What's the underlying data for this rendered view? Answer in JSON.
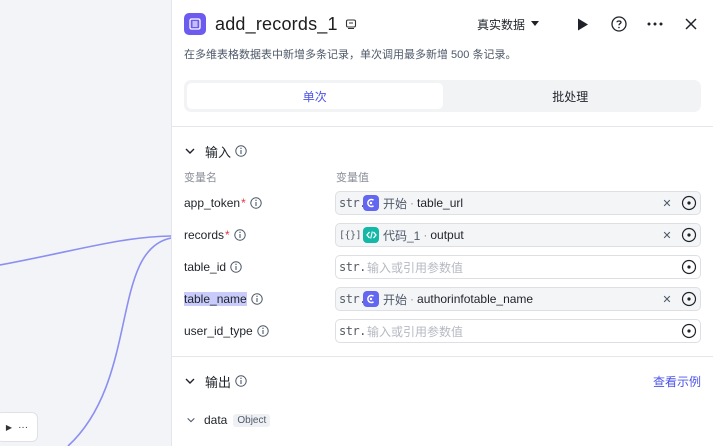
{
  "node": {
    "title": "add_records_1",
    "description": "在多维表格数据表中新增多条记录，单次调用最多新增 500 条记录。",
    "mode_label": "真实数据"
  },
  "tabs": [
    {
      "label": "单次",
      "active": true
    },
    {
      "label": "批处理",
      "active": false
    }
  ],
  "input": {
    "section_label": "输入",
    "col_name": "变量名",
    "col_value": "变量值",
    "rows": [
      {
        "name": "app_token",
        "required": true,
        "type": "str.",
        "src": "开始",
        "var": "table_url",
        "placeholder": ""
      },
      {
        "name": "records",
        "required": true,
        "type": "[{}]",
        "src": "代码_1",
        "var": "output",
        "placeholder": ""
      },
      {
        "name": "table_id",
        "required": false,
        "type": "str.",
        "src": "",
        "var": "",
        "placeholder": "输入或引用参数值"
      },
      {
        "name": "table_name",
        "required": false,
        "type": "str.",
        "src": "开始",
        "var": "authorinfotable_name",
        "placeholder": ""
      },
      {
        "name": "user_id_type",
        "required": false,
        "type": "str.",
        "src": "",
        "var": "",
        "placeholder": "输入或引用参数值"
      }
    ]
  },
  "output": {
    "section_label": "输出",
    "example_link": "查看示例",
    "fields": [
      {
        "name": "data",
        "type": "Object"
      }
    ]
  },
  "mini_node": {
    "more": "···"
  },
  "colors": {
    "accent": "#4d53e8",
    "node_purple": "#6d5bf0",
    "start_icon": "#6366f1",
    "code_icon": "#14b8a6",
    "wire": "#8b8ff0"
  },
  "icons": {
    "node": "list-icon",
    "edit": "edit-icon",
    "run": "play-icon",
    "help": "help-circle-icon",
    "more": "more-icon",
    "close": "close-icon"
  }
}
